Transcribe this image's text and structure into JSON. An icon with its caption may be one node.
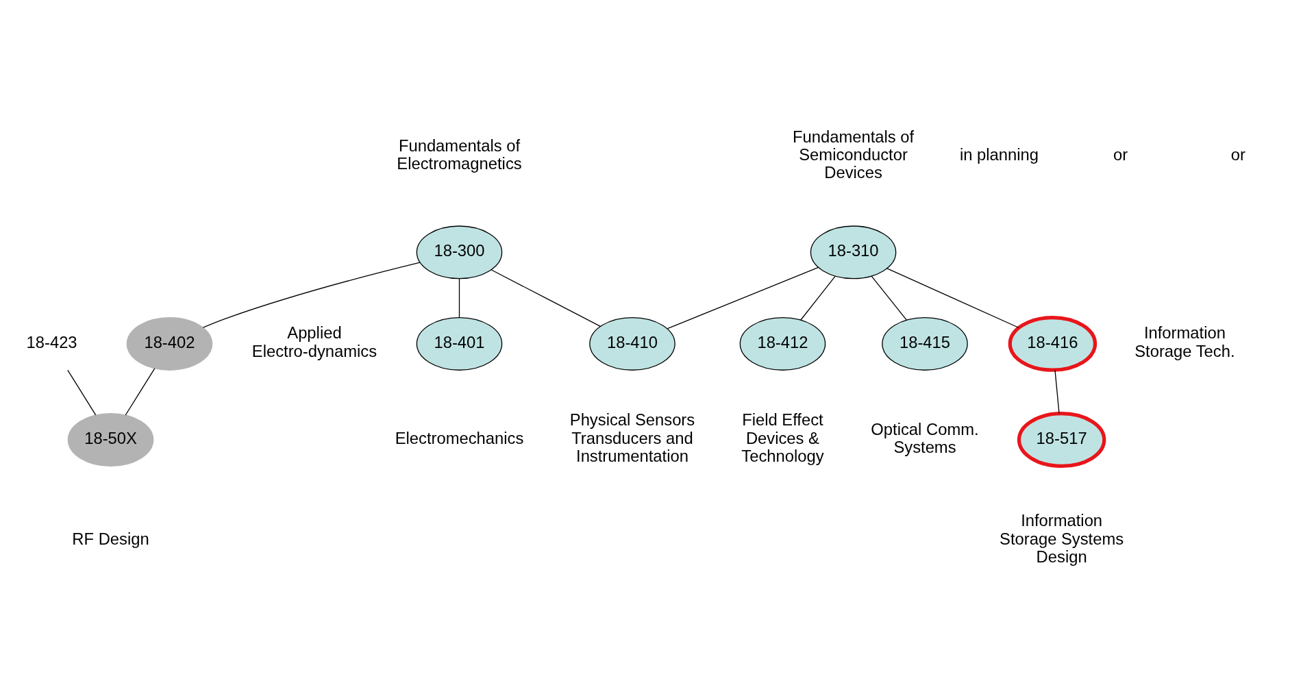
{
  "diagram": {
    "nodes": [
      {
        "text": [
          "18-300"
        ],
        "beside": [
          "Fundamentals of Electromagnetics"
        ]
      },
      {
        "text": [
          "18-310"
        ],
        "beside": [
          "Fundamentals of Semiconductor Devices"
        ]
      },
      {
        "text": [
          "18-423"
        ]
      },
      {
        "text": [
          "18-402"
        ],
        "beside": [
          "Applied Electro-dynamics"
        ]
      },
      {
        "text": [
          "18-401"
        ],
        "beside": [
          "Electromechanics"
        ]
      },
      {
        "text": [
          "18-410"
        ],
        "beside": [
          "Physical Sensors Transducers and Instrumentation"
        ]
      },
      {
        "text": [
          "18-412"
        ],
        "beside": [
          "Field Effect Devices & Technology"
        ]
      },
      {
        "text": [
          "18-415"
        ],
        "beside": [
          "Optical Comm. Systems"
        ]
      },
      {
        "text": [
          "18-416"
        ],
        "beside": [
          "Information Storage Tech."
        ]
      },
      {
        "text": [
          "18-50X"
        ],
        "beside": [
          "RF Design"
        ]
      },
      {
        "text": [
          "18-517"
        ],
        "beside": [
          "Information Storage Systems Design"
        ]
      }
    ],
    "edges": [
      {
        "from": 0,
        "to": 3,
        "arrow": "none"
      },
      {
        "from": 0,
        "to": 4,
        "arrow": "none"
      },
      {
        "from": 0,
        "to": 5,
        "arrow": "none"
      },
      {
        "from": 1,
        "to": 5,
        "arrow": "none"
      },
      {
        "from": 1,
        "to": 6,
        "arrow": "none"
      },
      {
        "from": 1,
        "to": 7,
        "arrow": "none"
      },
      {
        "from": 1,
        "to": 8,
        "arrow": "none"
      },
      {
        "from": 2,
        "to": 9,
        "arrow": "none"
      },
      {
        "from": 3,
        "to": 9,
        "arrow": "none"
      },
      {
        "from": 8,
        "to": 10,
        "arrow": "none"
      }
    ],
    "labels": [
      "in planning",
      "or",
      "or"
    ]
  }
}
